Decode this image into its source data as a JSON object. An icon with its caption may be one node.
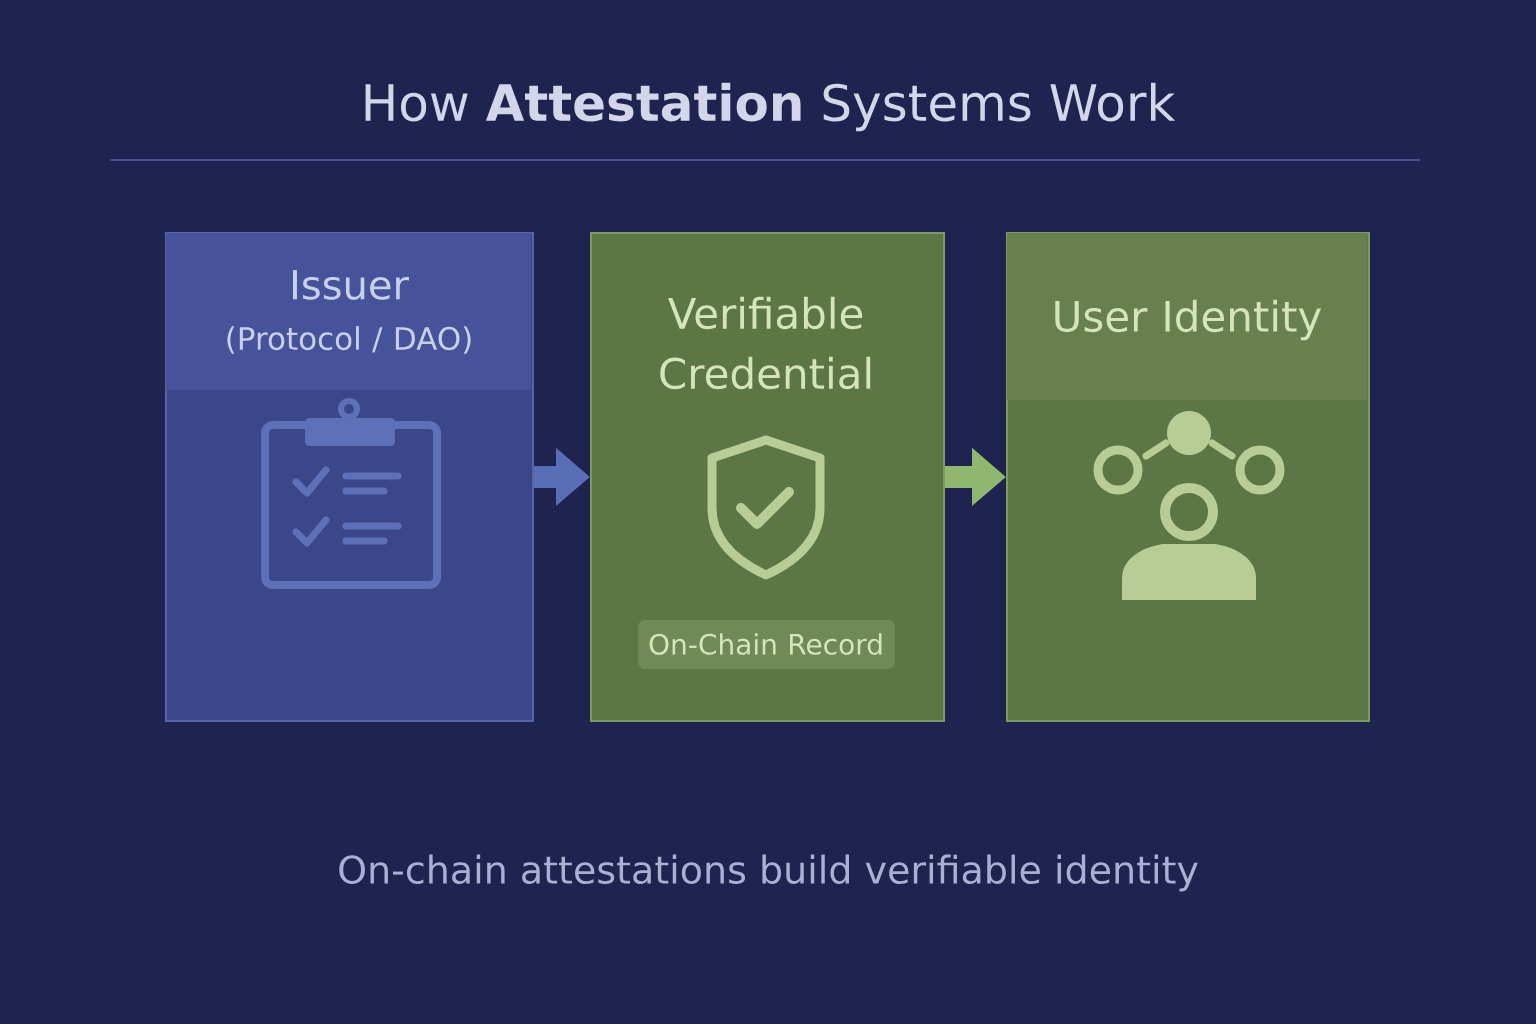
{
  "diagram": {
    "title": "How **Attestation** Systems Work",
    "caption": "On-chain attestations build verifiable identity",
    "nodes": [
      {
        "text": [
          "Issuer",
          "(Protocol / DAO)"
        ]
      },
      {
        "text": [
          "Verifiable Credential"
        ]
      },
      {
        "text": [
          "On-Chain Record"
        ],
        "in": 1
      },
      {
        "text": [
          "User Identity"
        ]
      }
    ],
    "edges": [
      {
        "from": 0,
        "to": 1,
        "arrow": "to",
        "color": "#5a6eb8"
      },
      {
        "from": 1,
        "to": 3,
        "arrow": "to",
        "color": "#8fb86e"
      }
    ]
  }
}
